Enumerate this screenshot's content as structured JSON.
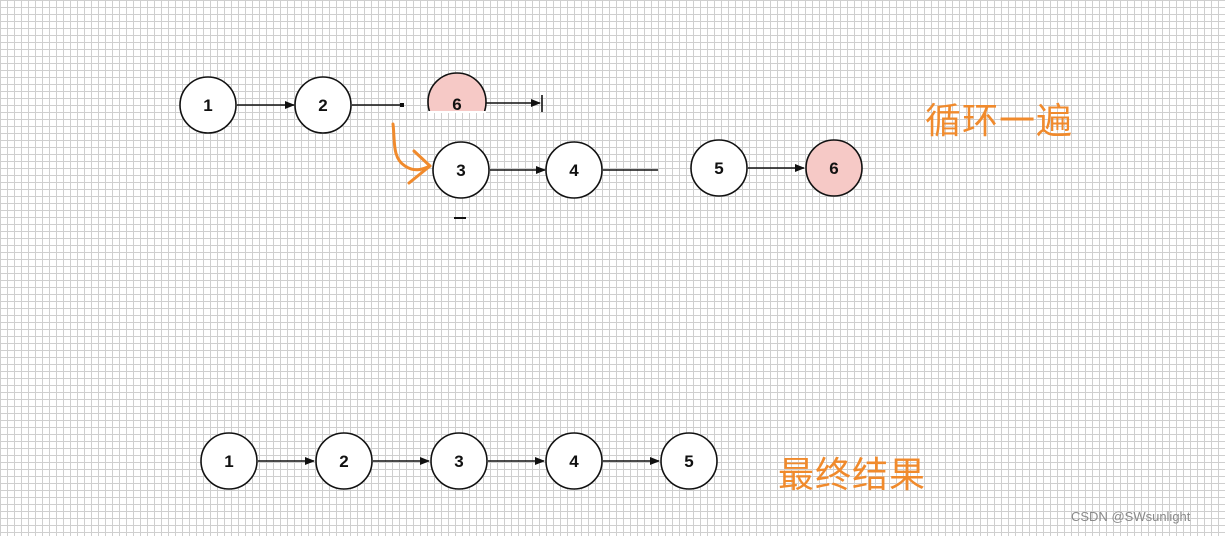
{
  "colors": {
    "node_fill": "#ffffff",
    "highlight_fill": "#f6c9c6",
    "stroke": "#111111",
    "annotation": "#f08a2c",
    "watermark": "#8a8a8a"
  },
  "annotations": {
    "loop_once": "循环一遍",
    "final_result": "最终结果"
  },
  "watermark": "CSDN @SWsunlight",
  "nodes": {
    "n1": {
      "label": "1",
      "highlighted": false
    },
    "n2": {
      "label": "2",
      "highlighted": false
    },
    "n6a": {
      "label": "6",
      "highlighted": true
    },
    "n3": {
      "label": "3",
      "highlighted": false
    },
    "n4": {
      "label": "4",
      "highlighted": false
    },
    "n5": {
      "label": "5",
      "highlighted": false
    },
    "n6b": {
      "label": "6",
      "highlighted": true
    },
    "r1": {
      "label": "1",
      "highlighted": false
    },
    "r2": {
      "label": "2",
      "highlighted": false
    },
    "r3": {
      "label": "3",
      "highlighted": false
    },
    "r4": {
      "label": "4",
      "highlighted": false
    },
    "r5": {
      "label": "5",
      "highlighted": false
    }
  }
}
